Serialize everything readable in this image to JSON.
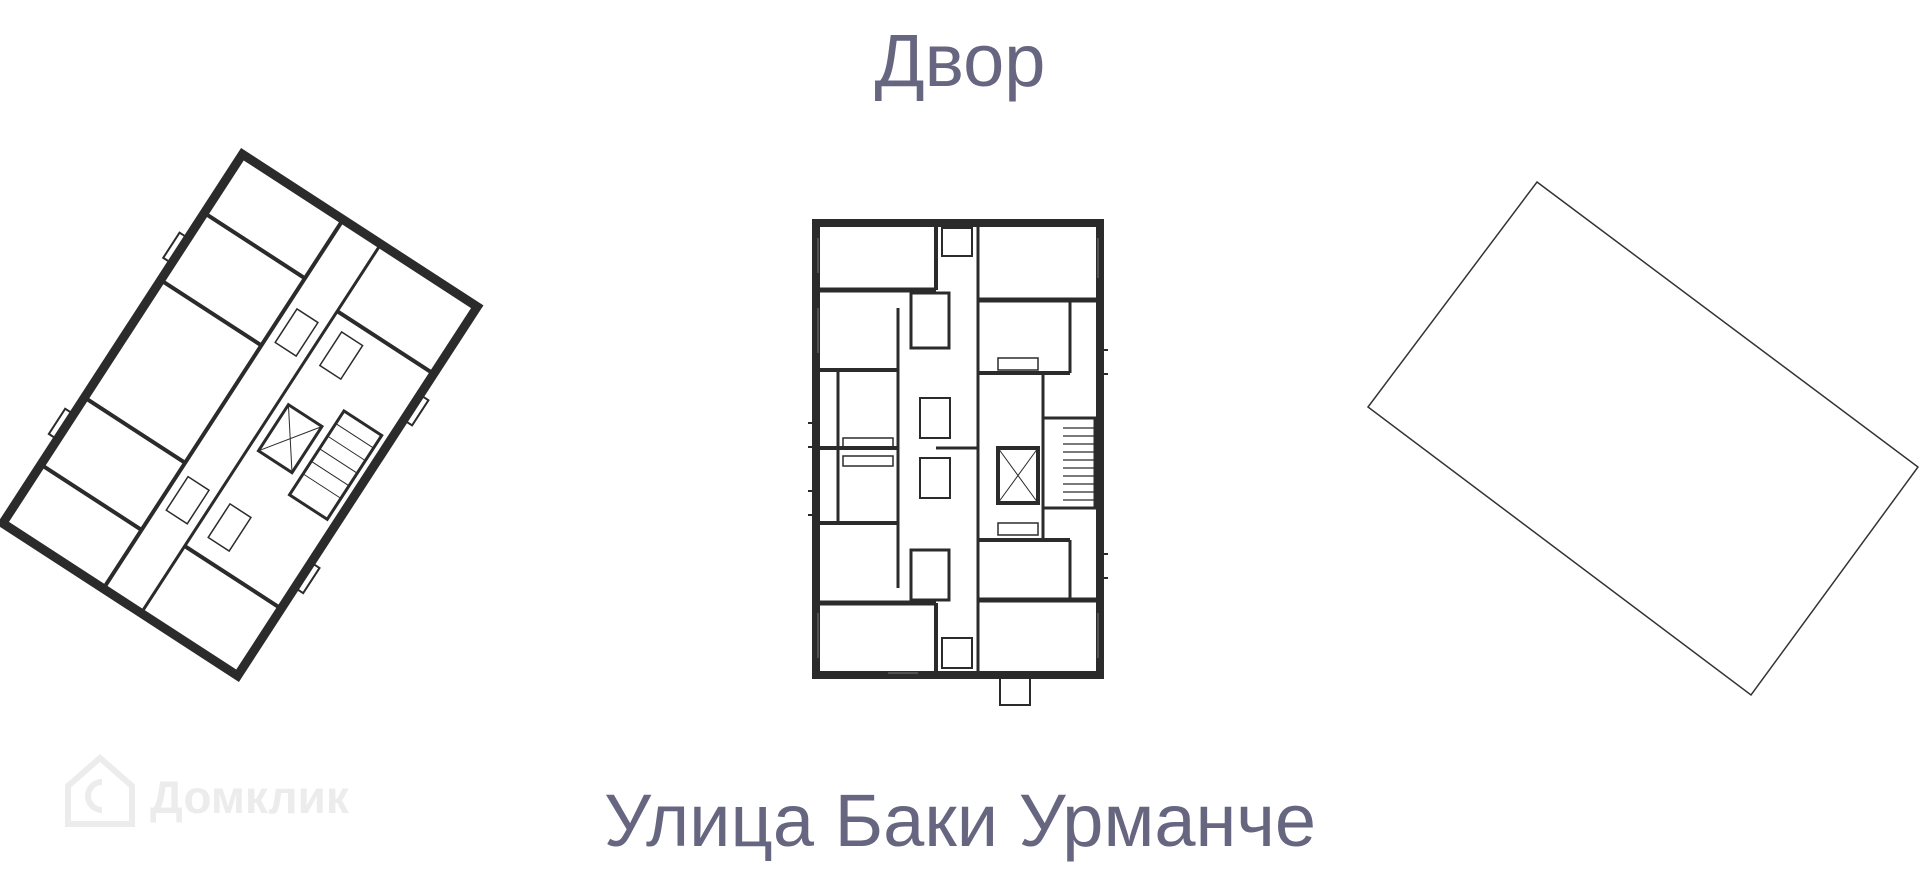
{
  "labels": {
    "top": "Двор",
    "bottom": "Улица Баки Урманче"
  },
  "watermark": {
    "text": "Домклик",
    "icon": "house-logo-icon"
  },
  "colors": {
    "label": "#666680",
    "wall": "#2b2b2b",
    "line": "#333333",
    "watermark": "#ececec"
  }
}
